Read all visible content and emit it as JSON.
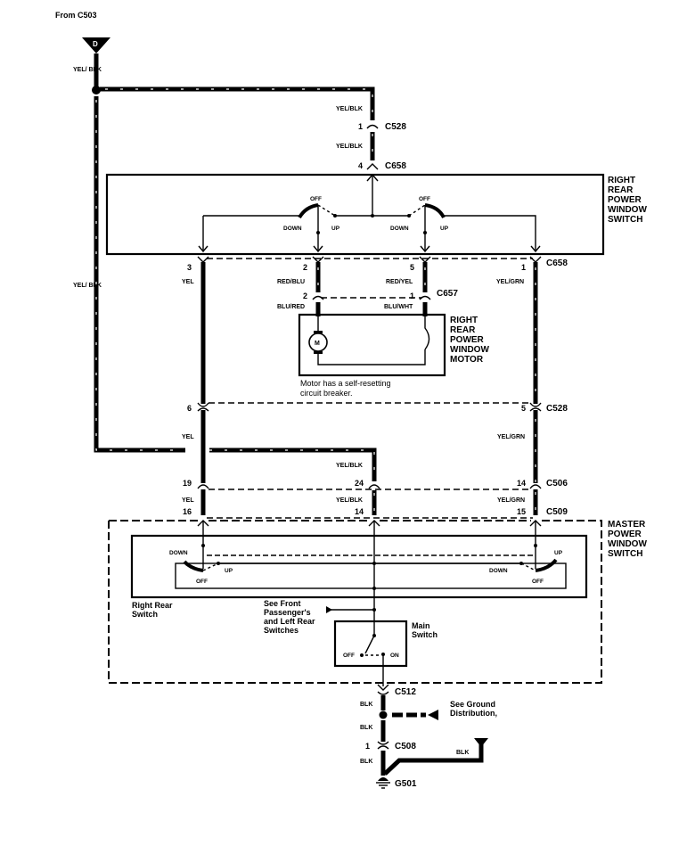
{
  "diagram": {
    "source_label": "From C503",
    "source_terminal": "D",
    "wire_colors": {
      "feed_left": "YEL/ BLK",
      "feed_left_mid": "YEL/ BLK",
      "feed_top_1": "YEL/BLK",
      "feed_top_2": "YEL/BLK",
      "rr_sw_pin3": "YEL",
      "rr_sw_pin2": "RED/BLU",
      "rr_sw_pin5": "RED/YEL",
      "rr_sw_pin1": "YEL/GRN",
      "motor_pin2": "BLU/RED",
      "motor_pin1": "BLU/WHT",
      "c528_left": "YEL",
      "c528_right": "YEL/GRN",
      "mid_yelblk": "YEL/BLK",
      "c506_left": "YEL",
      "c506_mid": "YEL/BLK",
      "c506_right": "YEL/GRN",
      "gnd_1": "BLK",
      "gnd_2": "BLK",
      "gnd_3": "BLK",
      "gnd_4": "BLK"
    },
    "connectors": {
      "c528_top": {
        "name": "C528",
        "pin": "1"
      },
      "c658_top": {
        "name": "C658",
        "pin": "4"
      },
      "c658_row": {
        "name": "C658",
        "pins": [
          "3",
          "2",
          "5",
          "1"
        ]
      },
      "c657": {
        "name": "C657",
        "pins": [
          "2",
          "1"
        ]
      },
      "c528_mid": {
        "name": "C528",
        "pins": [
          "6",
          "5"
        ]
      },
      "c506": {
        "name": "C506",
        "pins": [
          "19",
          "24",
          "14"
        ]
      },
      "c509": {
        "name": "C509",
        "pins": [
          "16",
          "14",
          "15"
        ]
      },
      "c512": {
        "name": "C512"
      },
      "c508": {
        "name": "C508",
        "pin": "1"
      },
      "g501": {
        "name": "G501"
      }
    },
    "components": {
      "rr_switch": [
        "RIGHT",
        "REAR",
        "POWER",
        "WINDOW",
        "SWITCH"
      ],
      "rr_motor": [
        "RIGHT",
        "REAR",
        "POWER",
        "WINDOW",
        "MOTOR"
      ],
      "master_switch": [
        "MASTER",
        "POWER",
        "WINDOW",
        "SWITCH"
      ],
      "motor_symbol": "M"
    },
    "switch_positions": {
      "off": "OFF",
      "down": "DOWN",
      "up": "UP",
      "on": "ON"
    },
    "notes": {
      "motor_note_1": "Motor has a self-resetting",
      "motor_note_2": "circuit breaker.",
      "rr_switch_label_1": "Right Rear",
      "rr_switch_label_2": "Switch",
      "see_front_1": "See Front",
      "see_front_2": "Passenger's",
      "see_front_3": "and Left Rear",
      "see_front_4": "Switches",
      "main_switch_1": "Main",
      "main_switch_2": "Switch",
      "ground_1": "See Ground",
      "ground_2": "Distribution,"
    }
  }
}
